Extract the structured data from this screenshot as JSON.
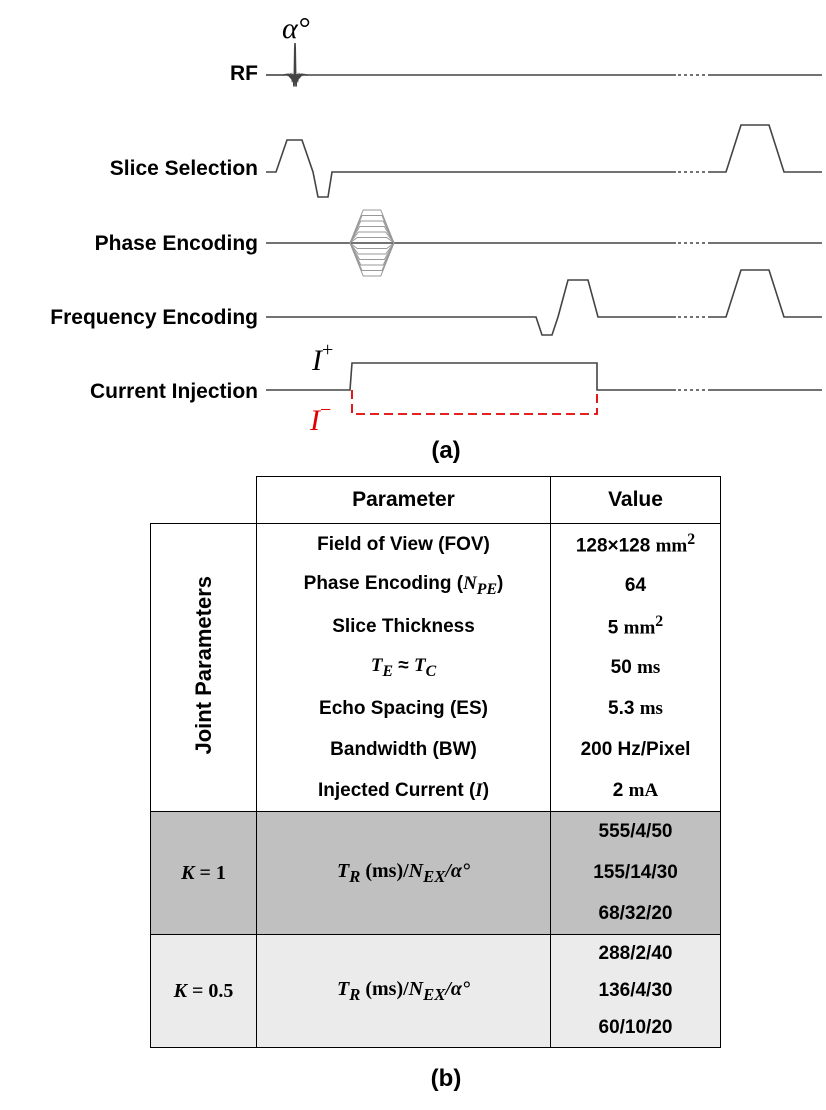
{
  "diagram": {
    "rows": [
      {
        "label": "RF"
      },
      {
        "label": "Slice Selection"
      },
      {
        "label": "Phase Encoding"
      },
      {
        "label": "Frequency Encoding"
      },
      {
        "label": "Current Injection"
      }
    ],
    "flip_angle_label": "α°",
    "current_pos_label": "I",
    "current_pos_sup": "+",
    "current_neg_label": "I",
    "current_neg_sup": "−",
    "caption_a": "(a)",
    "colors": {
      "waveform": "#444444",
      "negative_current": "#e00000",
      "phase_lobes": "#999999"
    }
  },
  "table": {
    "header_parameter": "Parameter",
    "header_value": "Value",
    "joint_label": "Joint Parameters",
    "joint_rows": [
      {
        "name": "Field of View (FOV)",
        "value_num": "128×128",
        "value_unit": "mm",
        "value_sup": "2"
      },
      {
        "name_prefix": "Phase Encoding (",
        "name_var": "N",
        "name_sub": "PE",
        "name_suffix": ")",
        "value_num": "64"
      },
      {
        "name": "Slice Thickness",
        "value_num": "5",
        "value_unit": "mm",
        "value_sup": "2"
      },
      {
        "name_math": "T",
        "name_sub1": "E",
        "name_mid": " ≈ ",
        "name_math2": "T",
        "name_sub2": "C",
        "value_num": "50",
        "value_unit": "ms"
      },
      {
        "name": "Echo Spacing (ES)",
        "value_num": "5.3",
        "value_unit": "ms"
      },
      {
        "name": "Bandwidth (BW)",
        "value_num": "200 Hz/Pixel"
      },
      {
        "name_prefix": "Injected Current (",
        "name_var": "I",
        "name_suffix": ")",
        "value_num": "2",
        "value_unit": "mA"
      }
    ],
    "groups": [
      {
        "k_var": "K",
        "k_rest": " = 1",
        "param_var": "T",
        "param_sub": "R",
        "param_mid": " (ms)/",
        "param_var2": "N",
        "param_sub2": "EX",
        "param_end": "/α°",
        "values": [
          "555/4/50",
          "155/14/30",
          "68/32/20"
        ],
        "bg": "#c0c0c0"
      },
      {
        "k_var": "K",
        "k_rest": " = 0.5",
        "param_var": "T",
        "param_sub": "R",
        "param_mid": " (ms)/",
        "param_var2": "N",
        "param_sub2": "EX",
        "param_end": "/α°",
        "values": [
          "288/2/40",
          "136/4/30",
          "60/10/20"
        ],
        "bg": "#ebebeb"
      }
    ],
    "caption_b": "(b)"
  }
}
